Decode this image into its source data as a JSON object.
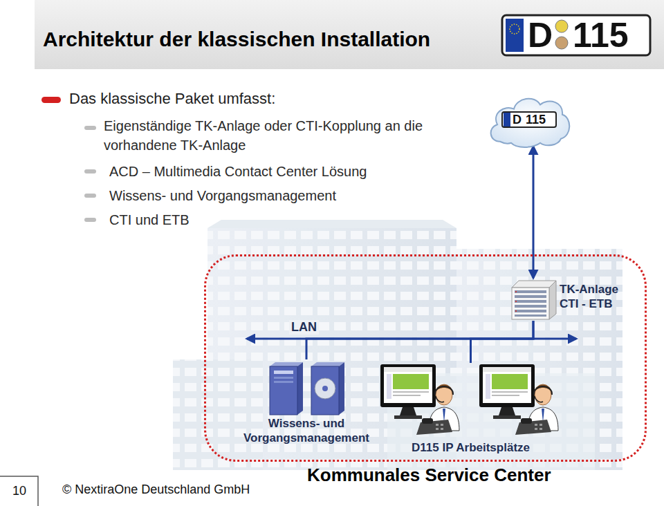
{
  "diagram": {
    "title": "Architektur der klassischen Installation",
    "caption": "Kommunales Service Center",
    "nodes": [
      {
        "text": [
          "D",
          "115"
        ]
      },
      {
        "text": [
          "Kommunales Service Center"
        ]
      },
      {
        "text": [
          "TK-Anlage CTI - ETB"
        ],
        "in": 1
      },
      {
        "text": [
          "Wissens- und Vorgangsmanagement"
        ],
        "in": 1
      },
      {
        "text": [
          "D115 IP Arbeitsplätze"
        ],
        "in": 1
      }
    ],
    "edges": [
      {
        "from": 0,
        "to": 2,
        "arrow": "both"
      },
      {
        "from": 3,
        "to": 2,
        "arrow": "none",
        "label": "LAN"
      },
      {
        "from": 4,
        "to": 2,
        "arrow": "none"
      }
    ],
    "labels": [
      "Das klassische Paket umfasst:",
      "Eigenständige TK-Anlage oder CTI-Kopplung an die vorhandene TK-Anlage",
      "ACD – Multimedia Contact Center Lösung",
      "Wissens- und Vorgangsmanagement",
      "CTI und ETB",
      "D",
      "115",
      "10",
      "© NextiraOne Deutschland GmbH"
    ]
  }
}
